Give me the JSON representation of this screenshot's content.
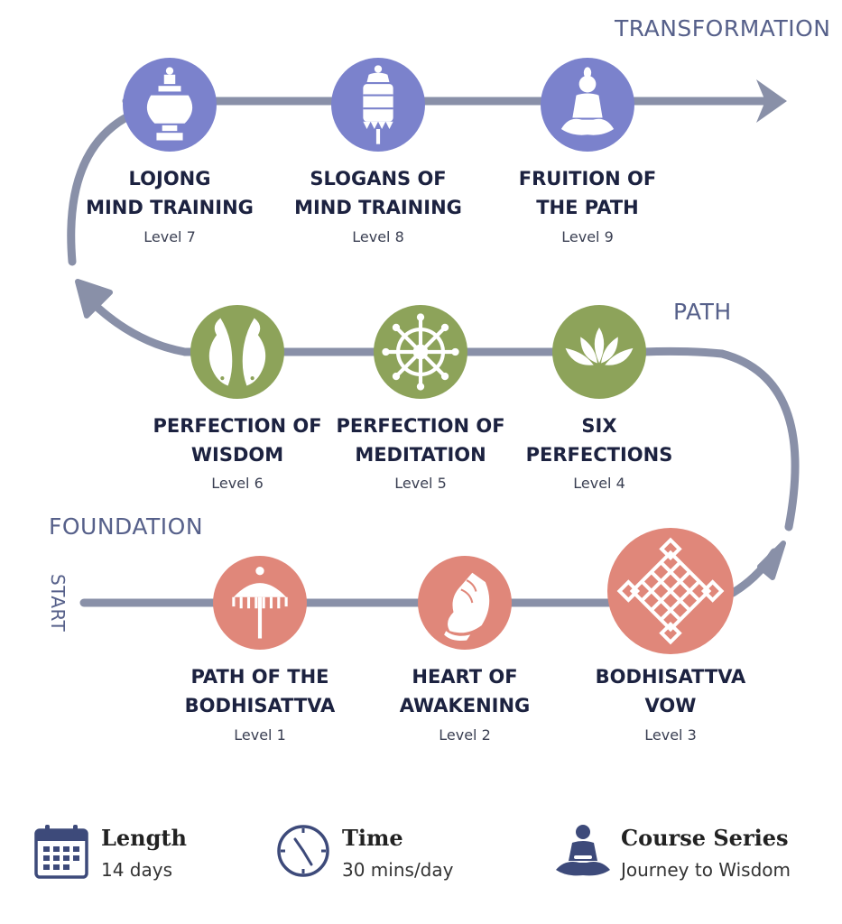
{
  "stages": {
    "transformation": "TRANSFORMATION",
    "path": "PATH",
    "foundation": "FOUNDATION",
    "start": "START"
  },
  "colors": {
    "purple": "#7b82cc",
    "green": "#8da35a",
    "coral": "#e0877a",
    "path": "#8990a8",
    "text_dark": "#1c2240",
    "stage_text": "#56608a",
    "footer_icon": "#3d4a7a"
  },
  "levels": [
    {
      "line1": "PATH OF THE",
      "line2": "BODHISATTVA",
      "level": "Level 1",
      "icon": "parasol-icon"
    },
    {
      "line1": "HEART OF",
      "line2": "AWAKENING",
      "level": "Level 2",
      "icon": "conch-shell-icon"
    },
    {
      "line1": "BODHISATTVA",
      "line2": "VOW",
      "level": "Level 3",
      "icon": "endless-knot-icon"
    },
    {
      "line1": "SIX",
      "line2": "PERFECTIONS",
      "level": "Level 4",
      "icon": "lotus-icon"
    },
    {
      "line1": "PERFECTION OF",
      "line2": "MEDITATION",
      "level": "Level 5",
      "icon": "dharma-wheel-icon"
    },
    {
      "line1": "PERFECTION OF",
      "line2": "WISDOM",
      "level": "Level 6",
      "icon": "golden-fish-icon"
    },
    {
      "line1": "LOJONG",
      "line2": "MIND TRAINING",
      "level": "Level 7",
      "icon": "treasure-vase-icon"
    },
    {
      "line1": "SLOGANS OF",
      "line2": "MIND TRAINING",
      "level": "Level 8",
      "icon": "victory-banner-icon"
    },
    {
      "line1": "FRUITION OF",
      "line2": "THE PATH",
      "level": "Level 9",
      "icon": "buddha-icon"
    }
  ],
  "footer": {
    "length": {
      "title": "Length",
      "value": "14 days",
      "icon": "calendar-icon"
    },
    "time": {
      "title": "Time",
      "value": "30 mins/day",
      "icon": "clock-icon"
    },
    "series": {
      "title": "Course Series",
      "value": "Journey to Wisdom",
      "icon": "meditator-icon"
    }
  }
}
